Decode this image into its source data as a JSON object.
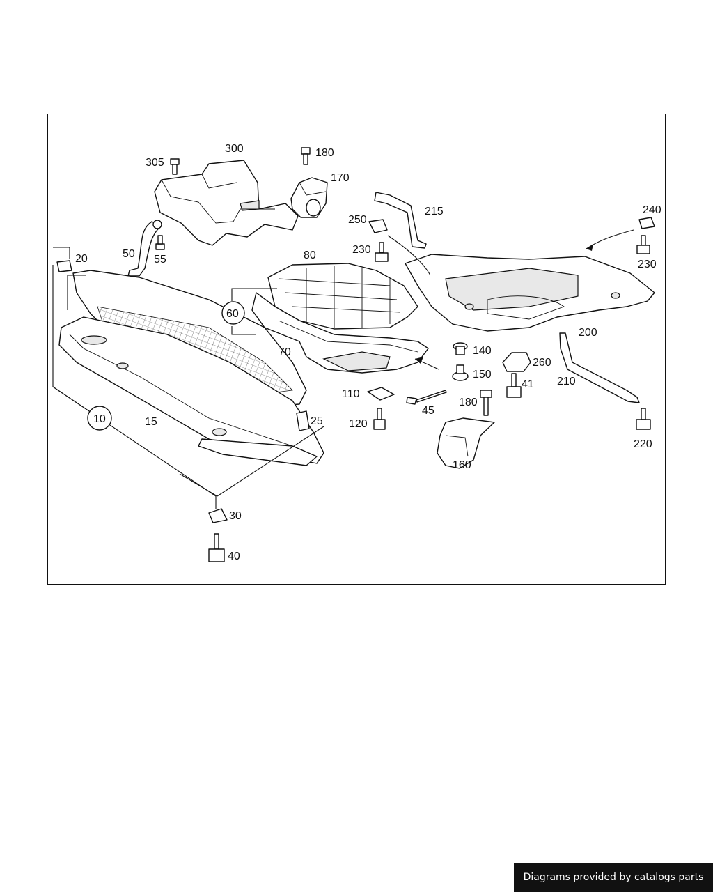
{
  "diagram": {
    "labels": {
      "p305": "305",
      "p300": "300",
      "p180a": "180",
      "p170": "170",
      "p215": "215",
      "p240": "240",
      "p250": "250",
      "p230a": "230",
      "p230b": "230",
      "p80": "80",
      "p20": "20",
      "p50": "50",
      "p55": "55",
      "p60": "60",
      "p70": "70",
      "p200": "200",
      "p140": "140",
      "p260": "260",
      "p150": "150",
      "p41": "41",
      "p210": "210",
      "p110": "110",
      "p45": "45",
      "p180b": "180",
      "p10": "10",
      "p15": "15",
      "p25": "25",
      "p120": "120",
      "p220": "220",
      "p160": "160",
      "p30": "30",
      "p40": "40"
    }
  },
  "footer": {
    "credit": "Diagrams provided by catalogs parts"
  }
}
